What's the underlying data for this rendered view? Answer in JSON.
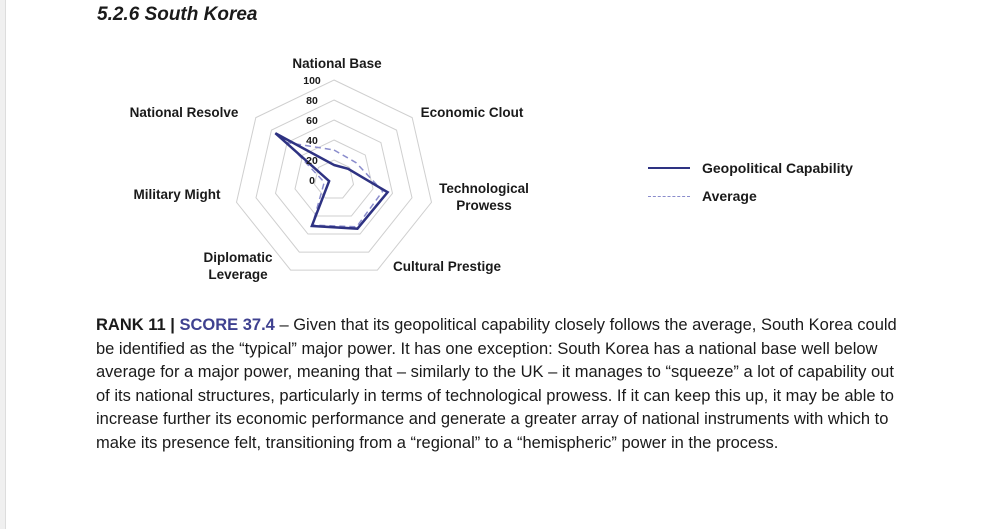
{
  "heading": "5.2.6 South Korea",
  "chart_data": {
    "type": "radar",
    "axes": [
      "National Base",
      "Economic Clout",
      "Technological Prowess",
      "Cultural Prestige",
      "Diplomatic Leverage",
      "Military Might",
      "National Resolve"
    ],
    "ticks": [
      0,
      20,
      40,
      60,
      80,
      100
    ],
    "range": [
      0,
      100
    ],
    "series": [
      {
        "name": "Geopolitical Capability",
        "style": "solid",
        "color": "#2e3282",
        "values": [
          15,
          18,
          55,
          54,
          51,
          5,
          75
        ]
      },
      {
        "name": "Average",
        "style": "dashed",
        "color": "#8a8ccc",
        "values": [
          30,
          28,
          50,
          52,
          50,
          10,
          60
        ]
      }
    ],
    "legend_position": "right"
  },
  "text": {
    "rank": "RANK 11 | ",
    "score": "SCORE 37.4",
    "body": " – Given that its geopolitical capability closely follows the average, South Korea could be identified as the “typical” major power. It has one exception: South Korea has a national base well below average for a major power, meaning that – similarly to the UK – it manages to “squeeze” a lot of capability out of its national structures, particularly in terms of technological prowess. If it can keep this up, it may be able to increase further its economic performance and generate a greater array of national instruments with which to make its presence felt, transitioning from a “regional” to a “hemispheric” power in the process."
  }
}
